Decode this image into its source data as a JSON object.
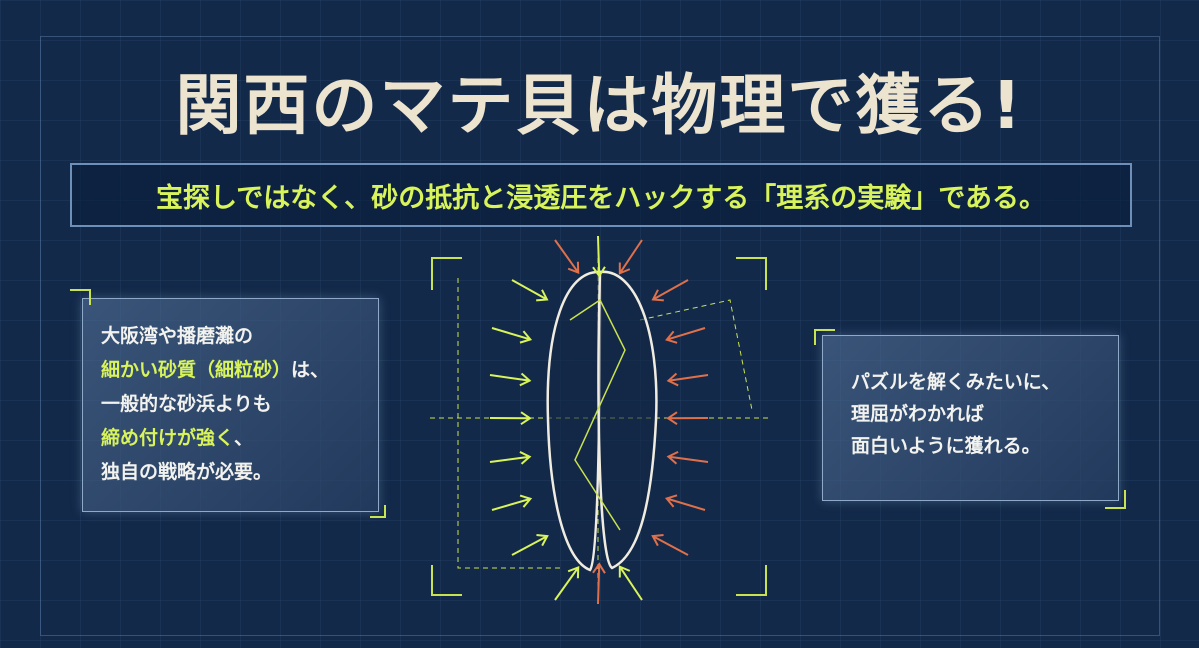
{
  "title": "関西のマテ貝は物理で獲る!",
  "subtitle": "宝探しではなく、砂の抵抗と浸透圧をハックする「理系の実験」である。",
  "left_card": {
    "lines": [
      {
        "text": "大阪湾や播磨灘の",
        "highlight": false
      },
      {
        "text": "細かい砂質（細粒砂）",
        "highlight": true,
        "suffix": "は、"
      },
      {
        "text": "一般的な砂浜よりも",
        "highlight": false
      },
      {
        "text": "締め付けが強く",
        "highlight": true,
        "suffix": "、"
      },
      {
        "text": "独自の戦略が必要。",
        "highlight": false
      }
    ]
  },
  "right_card": {
    "lines": [
      "パズルを解くみたいに、",
      "理屈がわかれば",
      "面白いように獲れる。"
    ]
  },
  "colors": {
    "background": "#13294a",
    "title": "#ede4cf",
    "accent": "#d8f45a",
    "arrow": "#e0704a"
  }
}
